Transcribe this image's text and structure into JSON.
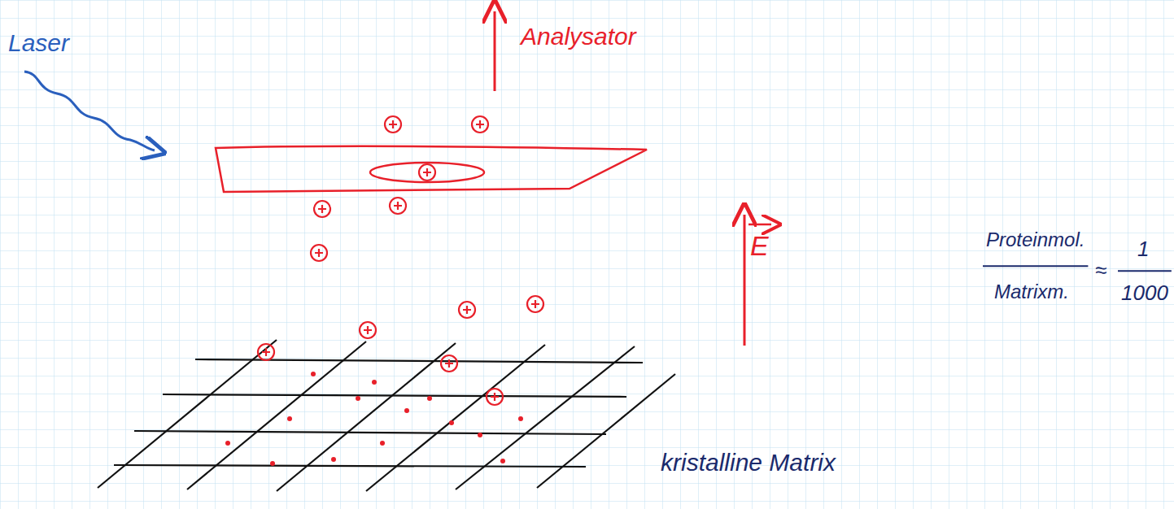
{
  "diagram": {
    "labels": [
      "Analysator",
      "Laser",
      "E",
      "Proteinmol.",
      "Matrixm.",
      "≈",
      "1",
      "1000",
      "kristalline Matrix"
    ]
  }
}
